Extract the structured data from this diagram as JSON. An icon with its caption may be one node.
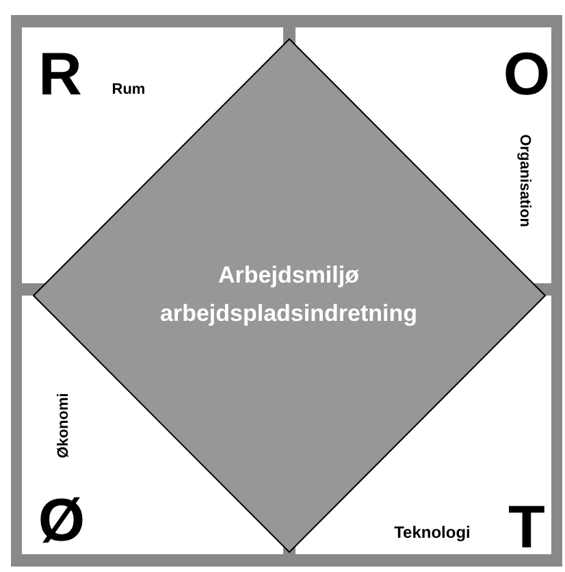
{
  "diagram": {
    "nodes": [
      {
        "text": [
          "R",
          "Rum"
        ]
      },
      {
        "text": [
          "O",
          "Organisation"
        ]
      },
      {
        "text": [
          "Ø",
          "Økonomi"
        ]
      },
      {
        "text": [
          "Teknologi",
          "T"
        ]
      },
      {
        "text": [
          "Arbejdsmiljø",
          "arbejdspladsindretning"
        ]
      }
    ]
  }
}
